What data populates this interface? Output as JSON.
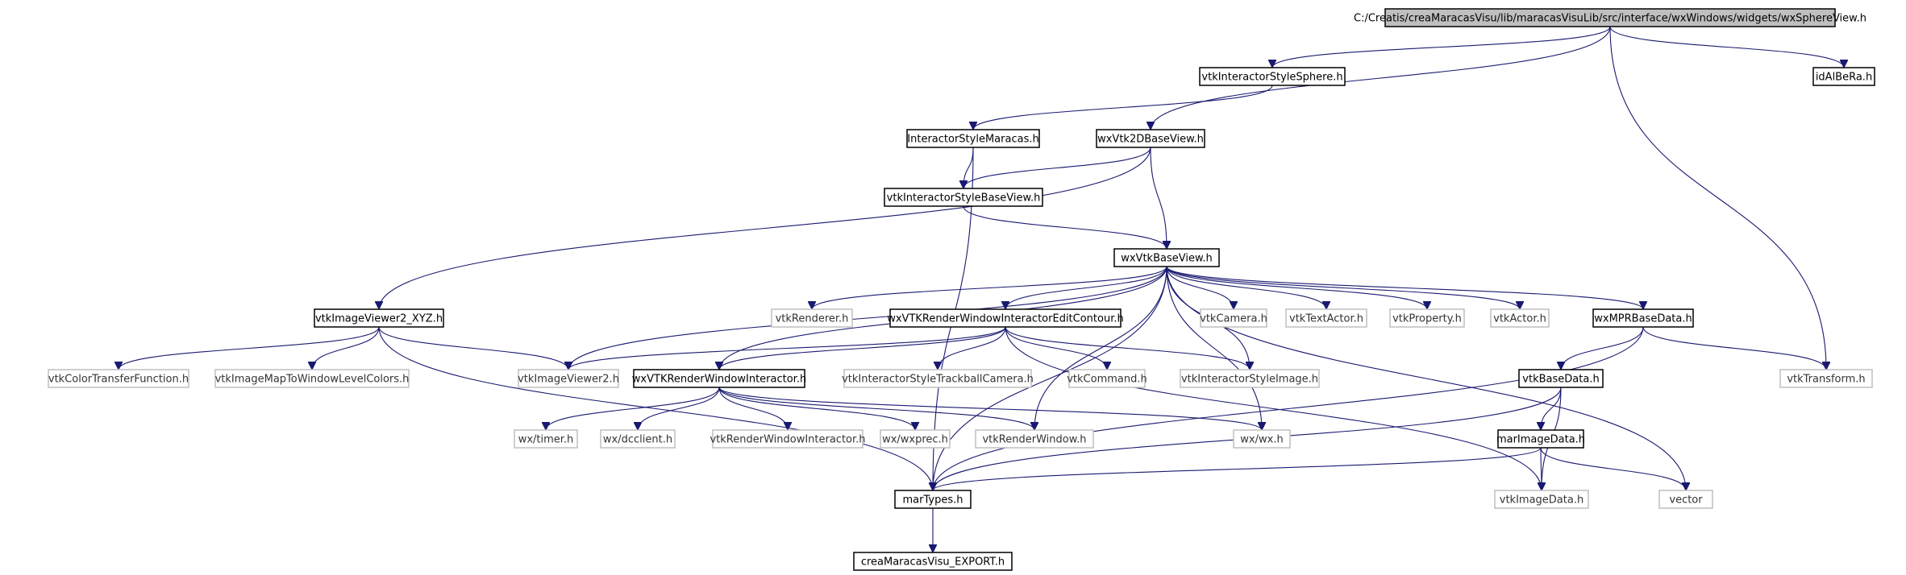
{
  "colors": {
    "edge": "#191970",
    "node_border": "#000000",
    "external_border": "#bfbfbf",
    "root_fill": "#bfbfbf",
    "background": "#ffffff"
  },
  "nodes": [
    {
      "id": "root",
      "label": "C:/Creatis/creaMaracasVisu/lib/maracasVisuLib/src/interface/wxWindows/widgets/wxSphereView.h",
      "kind": "root"
    },
    {
      "id": "isphere",
      "label": "vtkInteractorStyleSphere.h",
      "kind": "internal"
    },
    {
      "id": "idalbera",
      "label": "idAlBeRa.h",
      "kind": "internal"
    },
    {
      "id": "ismaracas",
      "label": "InteractorStyleMaracas.h",
      "kind": "internal"
    },
    {
      "id": "wx2d",
      "label": "wxVtk2DBaseView.h",
      "kind": "internal"
    },
    {
      "id": "isbase",
      "label": "vtkInteractorStyleBaseView.h",
      "kind": "internal"
    },
    {
      "id": "wxbase",
      "label": "wxVtkBaseView.h",
      "kind": "internal"
    },
    {
      "id": "iv2xyz",
      "label": "vtkImageViewer2_XYZ.h",
      "kind": "internal"
    },
    {
      "id": "renderer",
      "label": "vtkRenderer.h",
      "kind": "external"
    },
    {
      "id": "editcontour",
      "label": "wxVTKRenderWindowInteractorEditContour.h",
      "kind": "internal"
    },
    {
      "id": "camera",
      "label": "vtkCamera.h",
      "kind": "external"
    },
    {
      "id": "textactor",
      "label": "vtkTextActor.h",
      "kind": "external"
    },
    {
      "id": "property",
      "label": "vtkProperty.h",
      "kind": "external"
    },
    {
      "id": "actor",
      "label": "vtkActor.h",
      "kind": "external"
    },
    {
      "id": "mprbase",
      "label": "wxMPRBaseData.h",
      "kind": "internal"
    },
    {
      "id": "transform",
      "label": "vtkTransform.h",
      "kind": "external"
    },
    {
      "id": "ctf",
      "label": "vtkColorTransferFunction.h",
      "kind": "external"
    },
    {
      "id": "imtwlc",
      "label": "vtkImageMapToWindowLevelColors.h",
      "kind": "external"
    },
    {
      "id": "iv2",
      "label": "vtkImageViewer2.h",
      "kind": "external"
    },
    {
      "id": "wxrwi",
      "label": "wxVTKRenderWindowInteractor.h",
      "kind": "internal"
    },
    {
      "id": "trackball",
      "label": "vtkInteractorStyleTrackballCamera.h",
      "kind": "external"
    },
    {
      "id": "command",
      "label": "vtkCommand.h",
      "kind": "external"
    },
    {
      "id": "isimage",
      "label": "vtkInteractorStyleImage.h",
      "kind": "external"
    },
    {
      "id": "basedata",
      "label": "vtkBaseData.h",
      "kind": "internal"
    },
    {
      "id": "timer",
      "label": "wx/timer.h",
      "kind": "external"
    },
    {
      "id": "dcclient",
      "label": "wx/dcclient.h",
      "kind": "external"
    },
    {
      "id": "rwi",
      "label": "vtkRenderWindowInteractor.h",
      "kind": "external"
    },
    {
      "id": "wxprec",
      "label": "wx/wxprec.h",
      "kind": "external"
    },
    {
      "id": "renderwindow",
      "label": "vtkRenderWindow.h",
      "kind": "external"
    },
    {
      "id": "wxwx",
      "label": "wx/wx.h",
      "kind": "external"
    },
    {
      "id": "marimagedata",
      "label": "marImageData.h",
      "kind": "internal"
    },
    {
      "id": "martypes",
      "label": "marTypes.h",
      "kind": "internal"
    },
    {
      "id": "imagedata",
      "label": "vtkImageData.h",
      "kind": "external"
    },
    {
      "id": "vector",
      "label": "vector",
      "kind": "external"
    },
    {
      "id": "export",
      "label": "creaMaracasVisu_EXPORT.h",
      "kind": "internal"
    }
  ],
  "edges": [
    [
      "root",
      "isphere"
    ],
    [
      "root",
      "wx2d"
    ],
    [
      "root",
      "idalbera"
    ],
    [
      "root",
      "transform"
    ],
    [
      "isphere",
      "ismaracas"
    ],
    [
      "ismaracas",
      "isbase"
    ],
    [
      "ismaracas",
      "martypes"
    ],
    [
      "wx2d",
      "isbase"
    ],
    [
      "wx2d",
      "wxbase"
    ],
    [
      "wx2d",
      "iv2xyz"
    ],
    [
      "isbase",
      "wxbase"
    ],
    [
      "wxbase",
      "renderer"
    ],
    [
      "wxbase",
      "editcontour"
    ],
    [
      "wxbase",
      "camera"
    ],
    [
      "wxbase",
      "textactor"
    ],
    [
      "wxbase",
      "property"
    ],
    [
      "wxbase",
      "actor"
    ],
    [
      "wxbase",
      "mprbase"
    ],
    [
      "wxbase",
      "iv2"
    ],
    [
      "wxbase",
      "wxrwi"
    ],
    [
      "wxbase",
      "martypes"
    ],
    [
      "wxbase",
      "renderwindow"
    ],
    [
      "wxbase",
      "isimage"
    ],
    [
      "wxbase",
      "wxwx"
    ],
    [
      "wxbase",
      "vector"
    ],
    [
      "iv2xyz",
      "ctf"
    ],
    [
      "iv2xyz",
      "imtwlc"
    ],
    [
      "iv2xyz",
      "iv2"
    ],
    [
      "iv2xyz",
      "martypes"
    ],
    [
      "editcontour",
      "iv2"
    ],
    [
      "editcontour",
      "wxrwi"
    ],
    [
      "editcontour",
      "trackball"
    ],
    [
      "editcontour",
      "command"
    ],
    [
      "editcontour",
      "isimage"
    ],
    [
      "editcontour",
      "imagedata"
    ],
    [
      "mprbase",
      "basedata"
    ],
    [
      "mprbase",
      "transform"
    ],
    [
      "mprbase",
      "martypes"
    ],
    [
      "wxrwi",
      "timer"
    ],
    [
      "wxrwi",
      "dcclient"
    ],
    [
      "wxrwi",
      "rwi"
    ],
    [
      "wxrwi",
      "wxprec"
    ],
    [
      "wxrwi",
      "renderwindow"
    ],
    [
      "wxrwi",
      "wxwx"
    ],
    [
      "basedata",
      "marimagedata"
    ],
    [
      "basedata",
      "martypes"
    ],
    [
      "basedata",
      "imagedata"
    ],
    [
      "marimagedata",
      "martypes"
    ],
    [
      "marimagedata",
      "imagedata"
    ],
    [
      "marimagedata",
      "vector"
    ],
    [
      "martypes",
      "export"
    ]
  ]
}
